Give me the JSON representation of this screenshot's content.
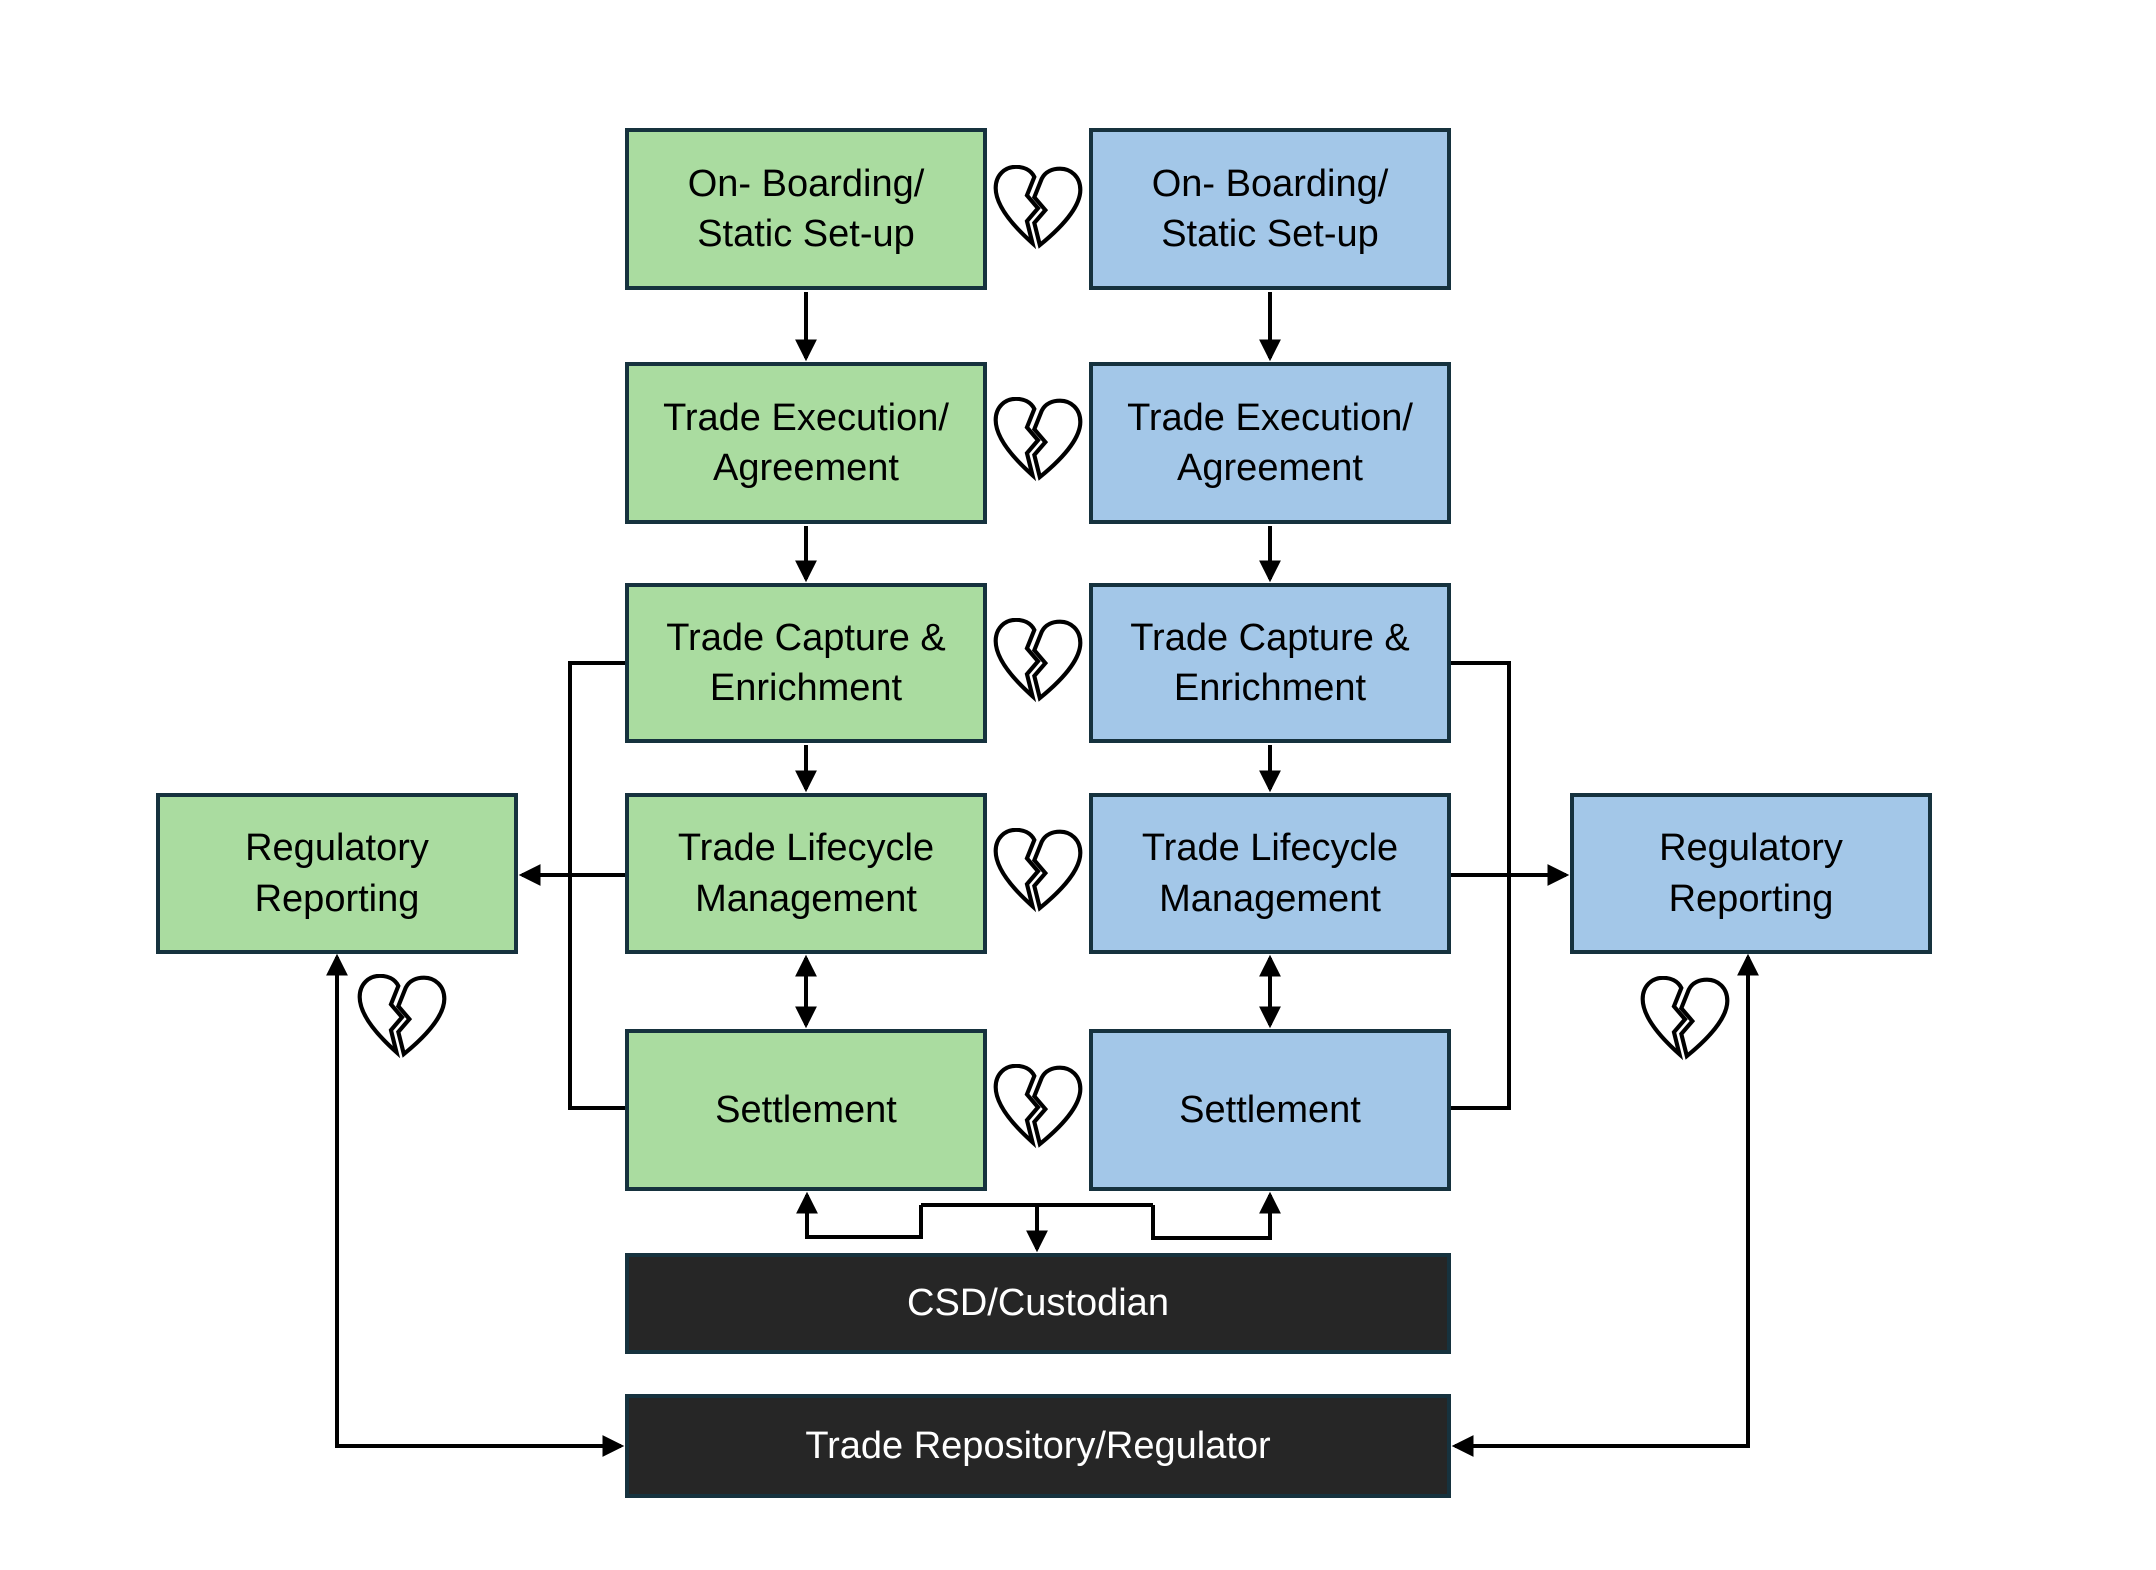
{
  "colors": {
    "green_fill": "#aadca0",
    "blue_fill": "#a3c7e8",
    "dark_fill": "#262626",
    "box_border": "#16323e",
    "connector": "#000000",
    "background": "#ffffff"
  },
  "green_column": {
    "items": [
      {
        "lines": [
          "On- Boarding/",
          "Static Set-up"
        ]
      },
      {
        "lines": [
          "Trade Execution/",
          "Agreement"
        ]
      },
      {
        "lines": [
          "Trade Capture &",
          "Enrichment"
        ]
      },
      {
        "lines": [
          "Trade Lifecycle",
          "Management"
        ]
      },
      {
        "lines": [
          "Settlement",
          ""
        ]
      }
    ]
  },
  "blue_column": {
    "items": [
      {
        "lines": [
          "On- Boarding/",
          "Static Set-up"
        ]
      },
      {
        "lines": [
          "Trade Execution/",
          "Agreement"
        ]
      },
      {
        "lines": [
          "Trade Capture &",
          "Enrichment"
        ]
      },
      {
        "lines": [
          "Trade Lifecycle",
          "Management"
        ]
      },
      {
        "lines": [
          "Settlement",
          ""
        ]
      }
    ]
  },
  "left_regulatory": {
    "lines": [
      "Regulatory",
      "Reporting"
    ]
  },
  "right_regulatory": {
    "lines": [
      "Regulatory",
      "Reporting"
    ]
  },
  "csd_custodian": {
    "label": "CSD/Custodian"
  },
  "trade_repository": {
    "label": "Trade Repository/Regulator"
  },
  "icons": {
    "broken_heart_count": 7
  }
}
